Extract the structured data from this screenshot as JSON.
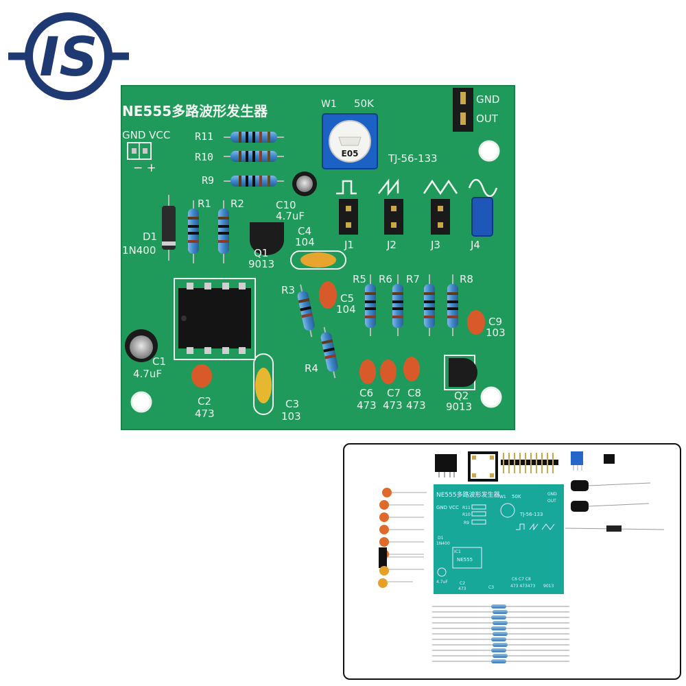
{
  "logo": {
    "letters": "IS",
    "ring_color": "#1f3a73"
  },
  "board": {
    "title": "NE555多路波形发生器",
    "pcb_color": "#1f9a5b",
    "labels": {
      "gnd_vcc": "GND VCC",
      "minus_plus": "−  +",
      "w1": "W1",
      "w1_value": "50K",
      "pot_code": "E05",
      "model": "TJ-56-133",
      "header_gnd": "GND",
      "header_out": "OUT",
      "r11": "R11",
      "r10": "R10",
      "r9": "R9",
      "r1": "R1",
      "r2": "R2",
      "r3": "R3",
      "r4": "R4",
      "r5": "R5",
      "r6": "R6",
      "r7": "R7",
      "r8": "R8",
      "d1": "D1",
      "d1_part": "1N400",
      "c10": "C10",
      "c10_value": "4.7uF",
      "c4": "C4",
      "c4_value": "104",
      "c5": "C5",
      "c5_value": "104",
      "c9": "C9",
      "c9_value": "103",
      "c1": "C1",
      "c1_value": "4.7uF",
      "c2": "C2",
      "c2_value": "473",
      "c3": "C3",
      "c3_value": "103",
      "c6": "C6",
      "c6_value": "473",
      "c7": "C7",
      "c7_value": "473",
      "c8": "C8",
      "c8_value": "473",
      "q1": "Q1",
      "q1_part": "9013",
      "q2": "Q2",
      "q2_part": "9013",
      "j1": "J1",
      "j2": "J2",
      "j3": "J3",
      "j4": "J4"
    }
  },
  "kit": {
    "board_title": "NE555多路波形发生器",
    "labels": {
      "gnd_vcc": "GND VCC",
      "w1": "W1",
      "w1_value": "50K",
      "model": "TJ-56-133",
      "gnd": "GND",
      "out": "OUT",
      "r11": "R11",
      "r10": "R10",
      "r9": "R9",
      "d1": "D1",
      "d1_part": "1N400",
      "ic1": "IC1",
      "ic_label": "NE555",
      "c1_value": "4.7uF",
      "c2": "C2",
      "c3": "C3",
      "caps_row": "C6 C7 C8",
      "caps_row_values": "473 473473",
      "q2_part": "9013",
      "c2_value": "473"
    }
  }
}
